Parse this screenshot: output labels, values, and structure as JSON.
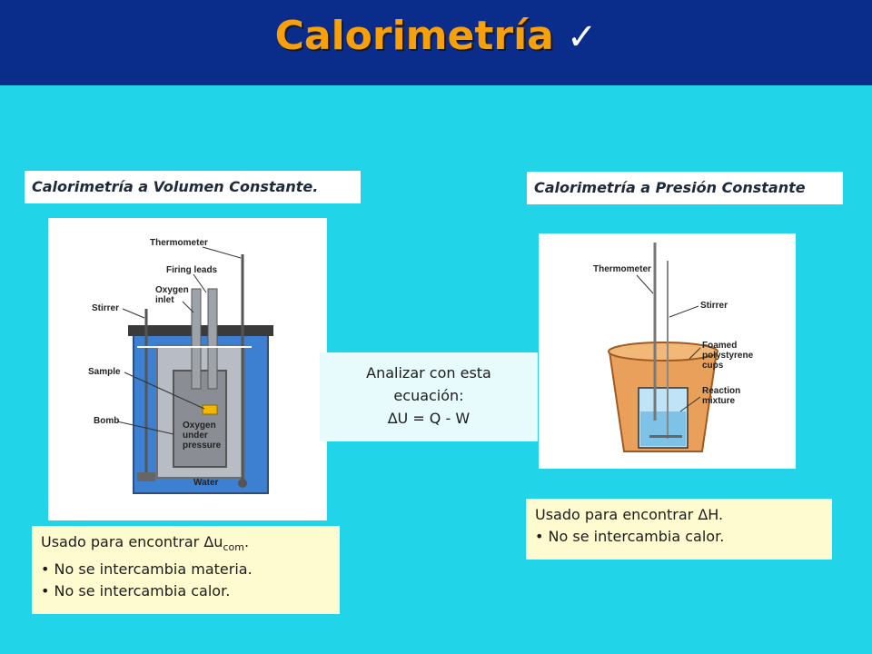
{
  "title": {
    "text": "Calorimetría",
    "check": "✓"
  },
  "left": {
    "label": "Calorimetría a Volumen Constante.",
    "diagram": {
      "thermometer": "Thermometer",
      "firing_leads": "Firing leads",
      "oxygen_inlet_1": "Oxygen",
      "oxygen_inlet_2": "inlet",
      "stirrer": "Stirrer",
      "sample": "Sample",
      "bomb": "Bomb",
      "oxygen_under_1": "Oxygen",
      "oxygen_under_2": "under",
      "oxygen_under_3": "pressure",
      "water": "Water"
    },
    "note": {
      "line1_prefix": "Usado para encontrar Δu",
      "line1_sub": "com",
      "line1_suffix": ".",
      "line2": "• No se intercambia materia.",
      "line3": "• No se intercambia calor."
    }
  },
  "right": {
    "label": "Calorimetría a Presión Constante",
    "diagram": {
      "thermometer": "Thermometer",
      "stirrer": "Stirrer",
      "foamed_1": "Foamed",
      "foamed_2": "polystyrene",
      "foamed_3": "cups",
      "reaction_1": "Reaction",
      "reaction_2": "mixture"
    },
    "note": {
      "line1": "Usado para encontrar ΔH.",
      "line2": "• No se intercambia calor."
    }
  },
  "center": {
    "line1": "Analizar con esta",
    "line2": "ecuación:",
    "equation": "∆U = Q - W"
  },
  "colors": {
    "background": "#22d4e8",
    "header": "#0a2d8c",
    "title": "#f7a00a",
    "note_bg": "#fffbd0"
  }
}
